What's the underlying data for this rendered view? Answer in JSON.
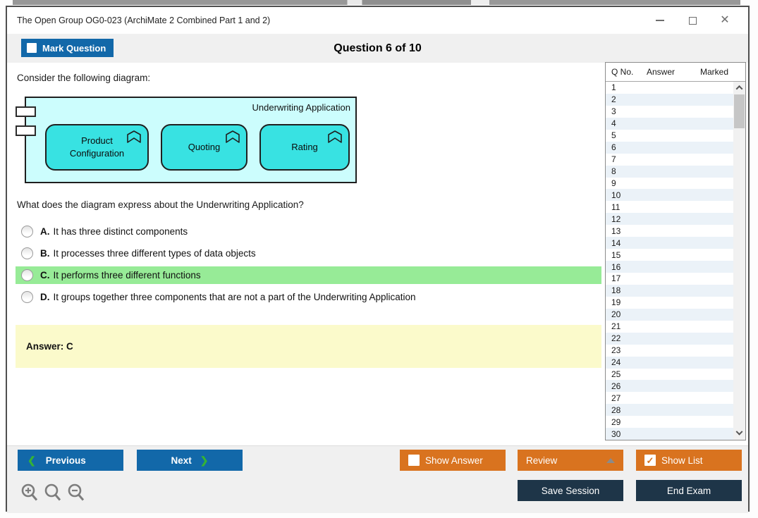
{
  "window": {
    "title": "The Open Group OG0-023 (ArchiMate 2 Combined Part 1 and 2)"
  },
  "header": {
    "mark_question": "Mark Question",
    "mark_question_checked": false,
    "question_counter": "Question 6 of 10"
  },
  "question": {
    "intro": "Consider the following diagram:",
    "prompt": "What does the diagram express about the Underwriting Application?",
    "answer_reveal": "Answer: C",
    "options": [
      {
        "letter": "A.",
        "text": "It has three distinct components",
        "highlighted": false
      },
      {
        "letter": "B.",
        "text": "It processes three different types of data objects",
        "highlighted": false
      },
      {
        "letter": "C.",
        "text": "It performs three different functions",
        "highlighted": true
      },
      {
        "letter": "D.",
        "text": "It groups together three components that are not a part of the Underwriting Application",
        "highlighted": false
      }
    ]
  },
  "diagram": {
    "container_label": "Underwriting Application",
    "functions": [
      "Product Configuration",
      "Quoting",
      "Rating"
    ]
  },
  "question_list": {
    "columns": [
      "Q No.",
      "Answer",
      "Marked"
    ],
    "rows": [
      "1",
      "2",
      "3",
      "4",
      "5",
      "6",
      "7",
      "8",
      "9",
      "10",
      "11",
      "12",
      "13",
      "14",
      "15",
      "16",
      "17",
      "18",
      "19",
      "20",
      "21",
      "22",
      "23",
      "24",
      "25",
      "26",
      "27",
      "28",
      "29",
      "30"
    ]
  },
  "toolbar": {
    "previous": "Previous",
    "next": "Next",
    "show_answer": "Show Answer",
    "show_answer_checked": false,
    "review": "Review",
    "show_list": "Show List",
    "show_list_checked": true,
    "save_session": "Save Session",
    "end_exam": "End Exam"
  },
  "colors": {
    "accent_blue": "#1268a9",
    "accent_orange": "#d9731f",
    "dark_navy": "#1e3548",
    "highlight_green": "#97eb97",
    "answer_yellow": "#fbfacb",
    "green_arrow": "#35b335",
    "alt_row_blue": "#ebf2f8",
    "diagram_fill": "#ccfdfd",
    "function_fill": "#38e2e2"
  }
}
